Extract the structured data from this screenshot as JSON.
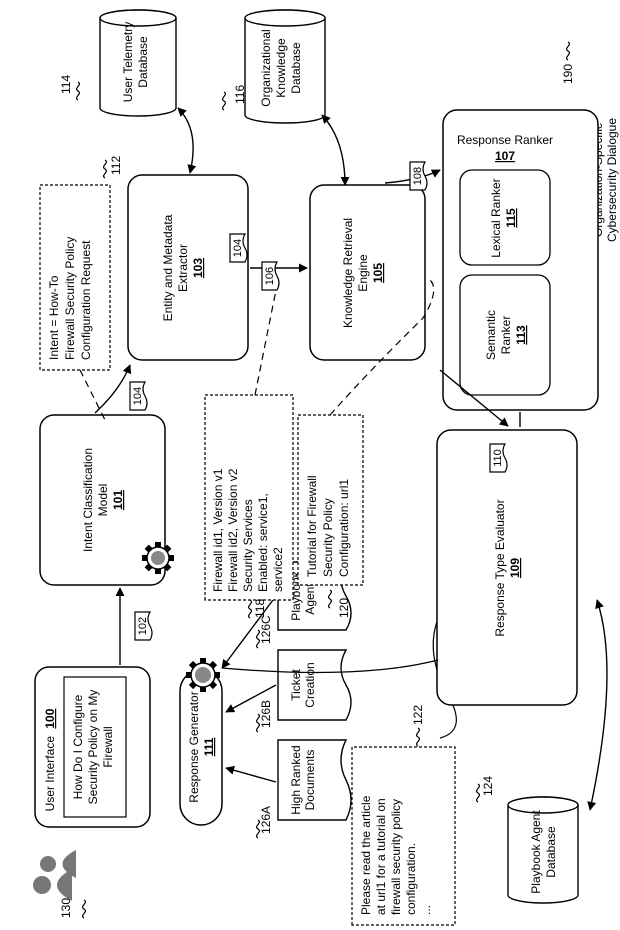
{
  "title": {
    "line1": "Organization-Specific",
    "line2": "Cybersecurity Dialogue",
    "ref": "190"
  },
  "user_interface": {
    "label": "User Interface",
    "ref": "100",
    "query_line1": "How Do I Configure",
    "query_line2": "Security Policy on My",
    "query_line3": "Firewall",
    "user_ref": "130"
  },
  "intent_model": {
    "line1": "Intent Classification",
    "line2": "Model",
    "ref": "101"
  },
  "entity_extractor": {
    "line1": "Entity and Metadata",
    "line2": "Extractor",
    "ref": "103"
  },
  "knowledge_engine": {
    "line1": "Knowledge Retrieval",
    "line2": "Engine",
    "ref": "105"
  },
  "response_ranker": {
    "label": "Response Ranker",
    "ref": "107",
    "semantic_line1": "Semantic",
    "semantic_line2": "Ranker",
    "semantic_ref": "113",
    "lexical_label": "Lexical Ranker",
    "lexical_ref": "115"
  },
  "response_type_evaluator": {
    "label": "Response Type Evaluator",
    "ref": "109"
  },
  "response_generator": {
    "label": "Response Generator",
    "ref": "111"
  },
  "databases": {
    "telemetry": {
      "line1": "User Telemetry",
      "line2": "Database",
      "ref": "114"
    },
    "org_knowledge": {
      "line1": "Organizational",
      "line2": "Knowledge",
      "line3": "Database",
      "ref": "116"
    },
    "playbook": {
      "line1": "Playbook Agent",
      "line2": "Database",
      "ref": "124"
    }
  },
  "documents": {
    "high_ranked": {
      "line1": "High Ranked",
      "line2": "Documents",
      "ref": "126A"
    },
    "ticket": {
      "line1": "Ticket",
      "line2": "Creation",
      "ref": "126B"
    },
    "playbook_agents": {
      "line1": "Playbook",
      "line2": "Agents",
      "ref": "126C"
    }
  },
  "data_tags": {
    "t102": "102",
    "t104a": "104",
    "t104b": "104",
    "t106": "106",
    "t108": "108",
    "t110": "110"
  },
  "callouts": {
    "intent": {
      "ref": "112",
      "line1": "Intent = How-To",
      "line2": "Firewall Security Policy",
      "line3": "Configuration Request"
    },
    "firewall": {
      "ref": "118",
      "line1": "Firewall id1, Version v1",
      "line2": "Firewall id2, Version v2",
      "line3": "Security Services",
      "line4": "Enabled: service1,",
      "line5": "service2"
    },
    "tutorial": {
      "ref": "120",
      "line1": "Tutorial for Firewall",
      "line2": "Security Policy",
      "line3": "Configuration: url1"
    },
    "response": {
      "ref": "122",
      "line1": "Please read the article",
      "line2": "at url1 for a tutorial on",
      "line3": "firewall security policy",
      "line4": "configuration.",
      "line5": "..."
    }
  }
}
